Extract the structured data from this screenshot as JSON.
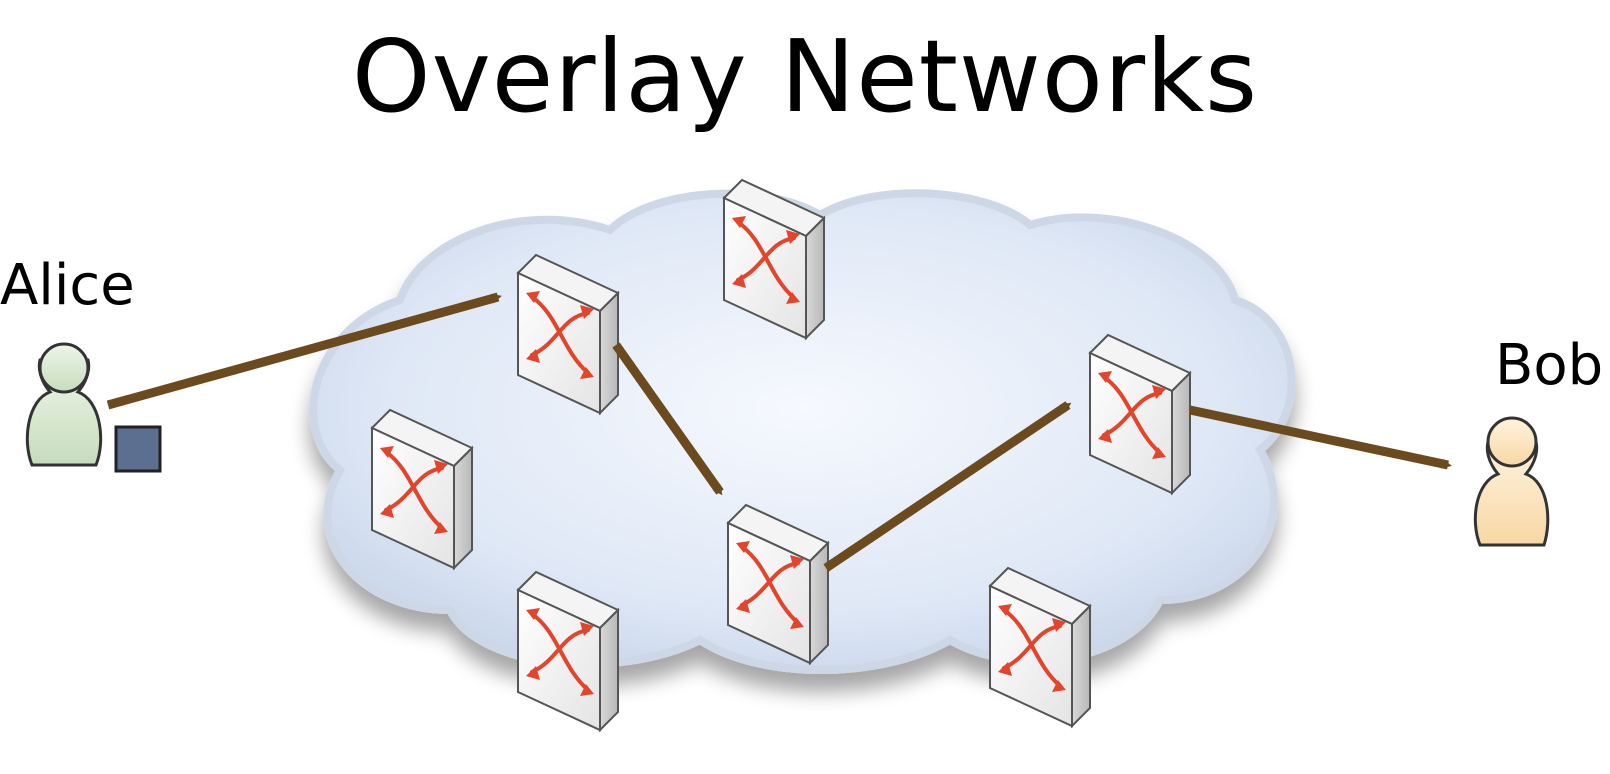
{
  "title": "Overlay Networks",
  "nodes": {
    "sender": {
      "label": "Alice",
      "icon": "person-icon",
      "color": "#d9e8d2"
    },
    "receiver": {
      "label": "Bob",
      "icon": "person-icon",
      "color": "#fde5bf"
    },
    "packet": {
      "icon": "packet-icon",
      "color": "#5c6f90"
    }
  },
  "colors": {
    "arrow": "#6b4a1e",
    "router_symbol": "#e2452b",
    "cloud": "#dfe9f7"
  }
}
